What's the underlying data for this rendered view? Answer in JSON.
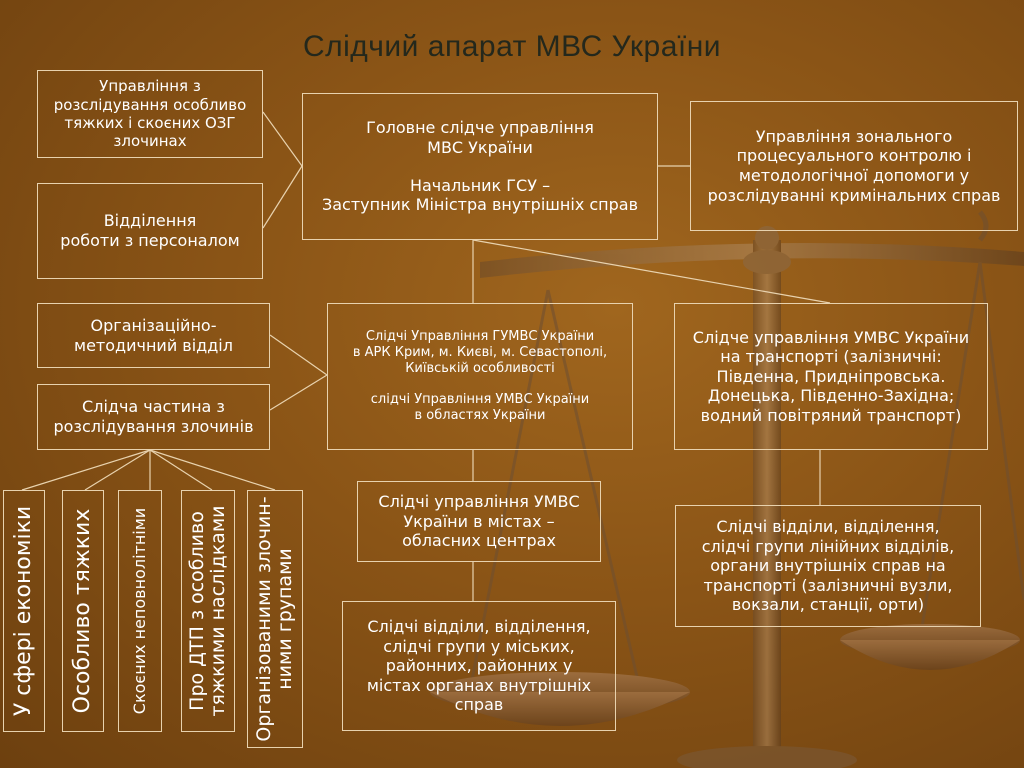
{
  "title": "Слідчий апарат МВС України",
  "boxes": {
    "uprav_ozg": [
      "Управління з",
      "розслідування особливо",
      "тяжких і скоєних ОЗГ",
      "злочинах"
    ],
    "viddil_personal": [
      "Відділення",
      "роботи з персоналом"
    ],
    "gsu": [
      "Головне слідче управління",
      "МВС України",
      "",
      "Начальник ГСУ –",
      "Заступник Міністра внутрішніх справ"
    ],
    "zonal": [
      "Управління зонального",
      "процесуального контролю і",
      "методологічної допомоги у",
      "розслідуванні кримінальних справ"
    ],
    "org_method": [
      "Організаційно-",
      "методичний відділ"
    ],
    "slidcha_chastyna": [
      "Слідча частина з",
      "розслідування злочинів"
    ],
    "gumvs": [
      "Слідчі  Управління ГУМВС України",
      "в АРК Крим, м. Києві, м. Севастополі,",
      "Київській особливості",
      "",
      "слідчі Управління УМВС України",
      "в областях України"
    ],
    "transport": [
      "Слідче управління УМВС України",
      "на транспорті (залізничні:",
      "Південна, Придніпровська.",
      "Донецька, Південно-Західна;",
      "водний повітряний транспорт)"
    ],
    "cities": [
      "Слідчі управління УМВС",
      "України в містах –",
      "обласних центрах"
    ],
    "transport_units": [
      "Слідчі відділи, відділення,",
      "слідчі групи лінійних відділів,",
      "органи внутрішніх справ на",
      "транспорті (залізничні вузли,",
      "вокзали, станції, орти)"
    ],
    "district_units": [
      "Слідчі відділи, відділення,",
      "слідчі групи у міських,",
      "районних, районних у",
      "містах органах внутрішніх",
      "справ"
    ]
  },
  "vertical": {
    "economy": [
      "У сфері економіки"
    ],
    "grave": [
      "Особливо тяжких"
    ],
    "juvenile": [
      "Скоєних неповнолітніми"
    ],
    "dtp": [
      "Про ДТП з особливо",
      "тяжкими наслідками"
    ],
    "organized": [
      "Організованими злочин-",
      "ними групами"
    ]
  }
}
